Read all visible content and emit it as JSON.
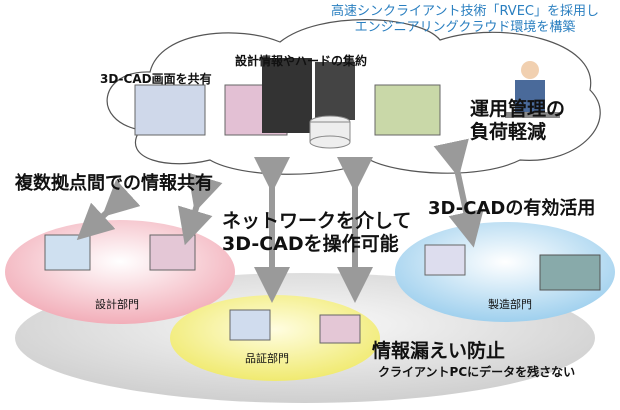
{
  "title_lines": [
    "高速シンクライアント技術「RVEC」を採用し",
    "エンジニアリングクラウド環境を構築"
  ],
  "cloud": {
    "label_consolidate": "設計情報やハードの集約",
    "label_share_screen": "3D-CAD画面を共有"
  },
  "callouts": {
    "ops_line1": "運用管理の",
    "ops_line2": "負荷軽減",
    "multi_site": "複数拠点間での情報共有",
    "network_line1": "ネットワークを介して",
    "network_line2": "3D-CADを操作可能",
    "effective_use": "3D-CADの有効活用",
    "leak_prevention": "情報漏えい防止",
    "leak_sub": "クライアントPCにデータを残さない"
  },
  "departments": {
    "design": "設計部門",
    "manufacturing": "製造部門",
    "quality": "品証部門"
  },
  "colors": {
    "title": "#2a7fc0",
    "design": "#f6c8cf",
    "manufacturing": "#bfe0f3",
    "quality": "#f7f39a",
    "base": "#e0e0e0"
  }
}
